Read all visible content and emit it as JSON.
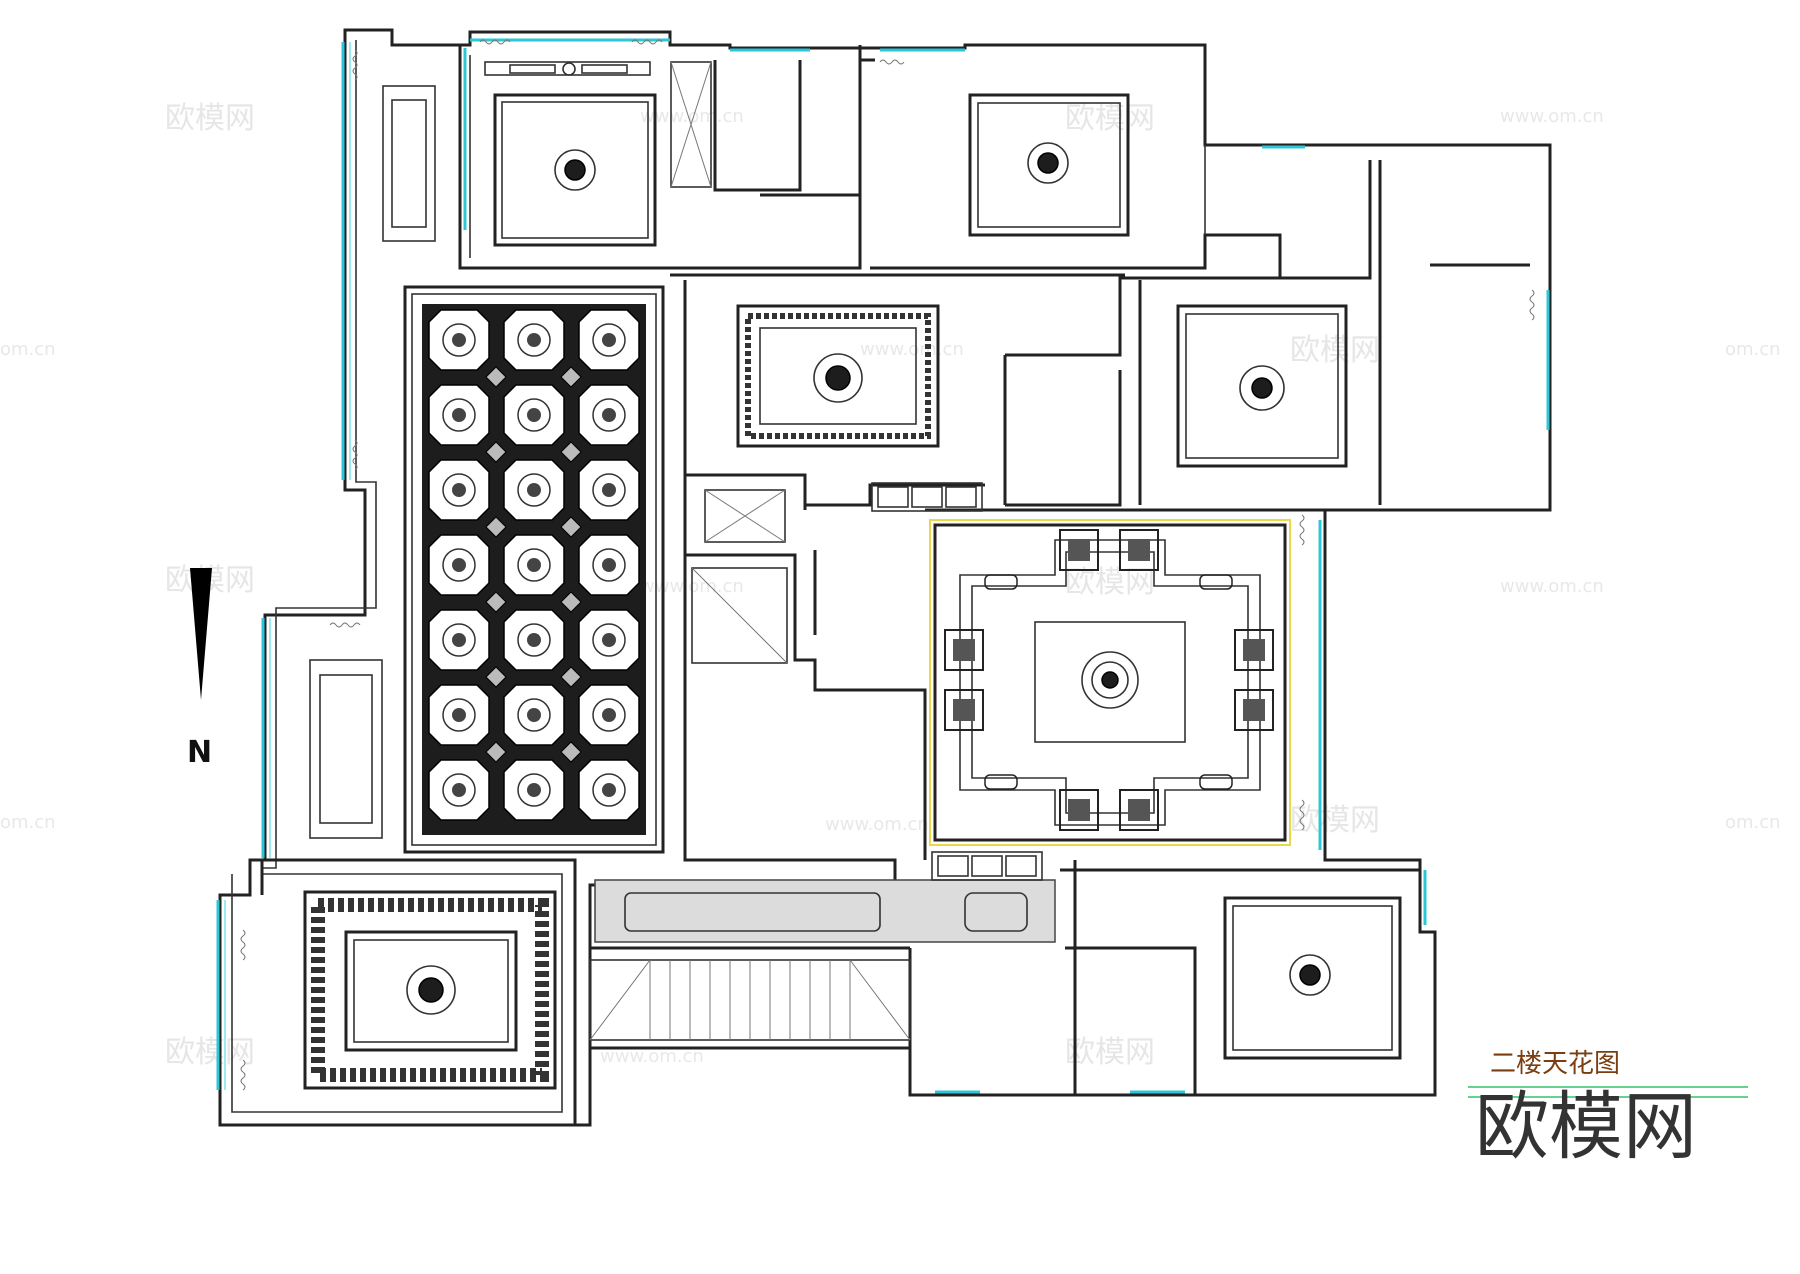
{
  "drawing": {
    "title": "二楼天花图",
    "logo": "欧模网",
    "north_label": "N",
    "watermarks": [
      "欧模网",
      "www.om.cn",
      "om.cn"
    ]
  },
  "colors": {
    "wall": "#222222",
    "glass": "#2cc7d6",
    "title": "#7a3e10",
    "title_underline": "#32c36a",
    "coffer_fill": "#1d1d1d",
    "highlight_outline": "#e8d84a"
  }
}
